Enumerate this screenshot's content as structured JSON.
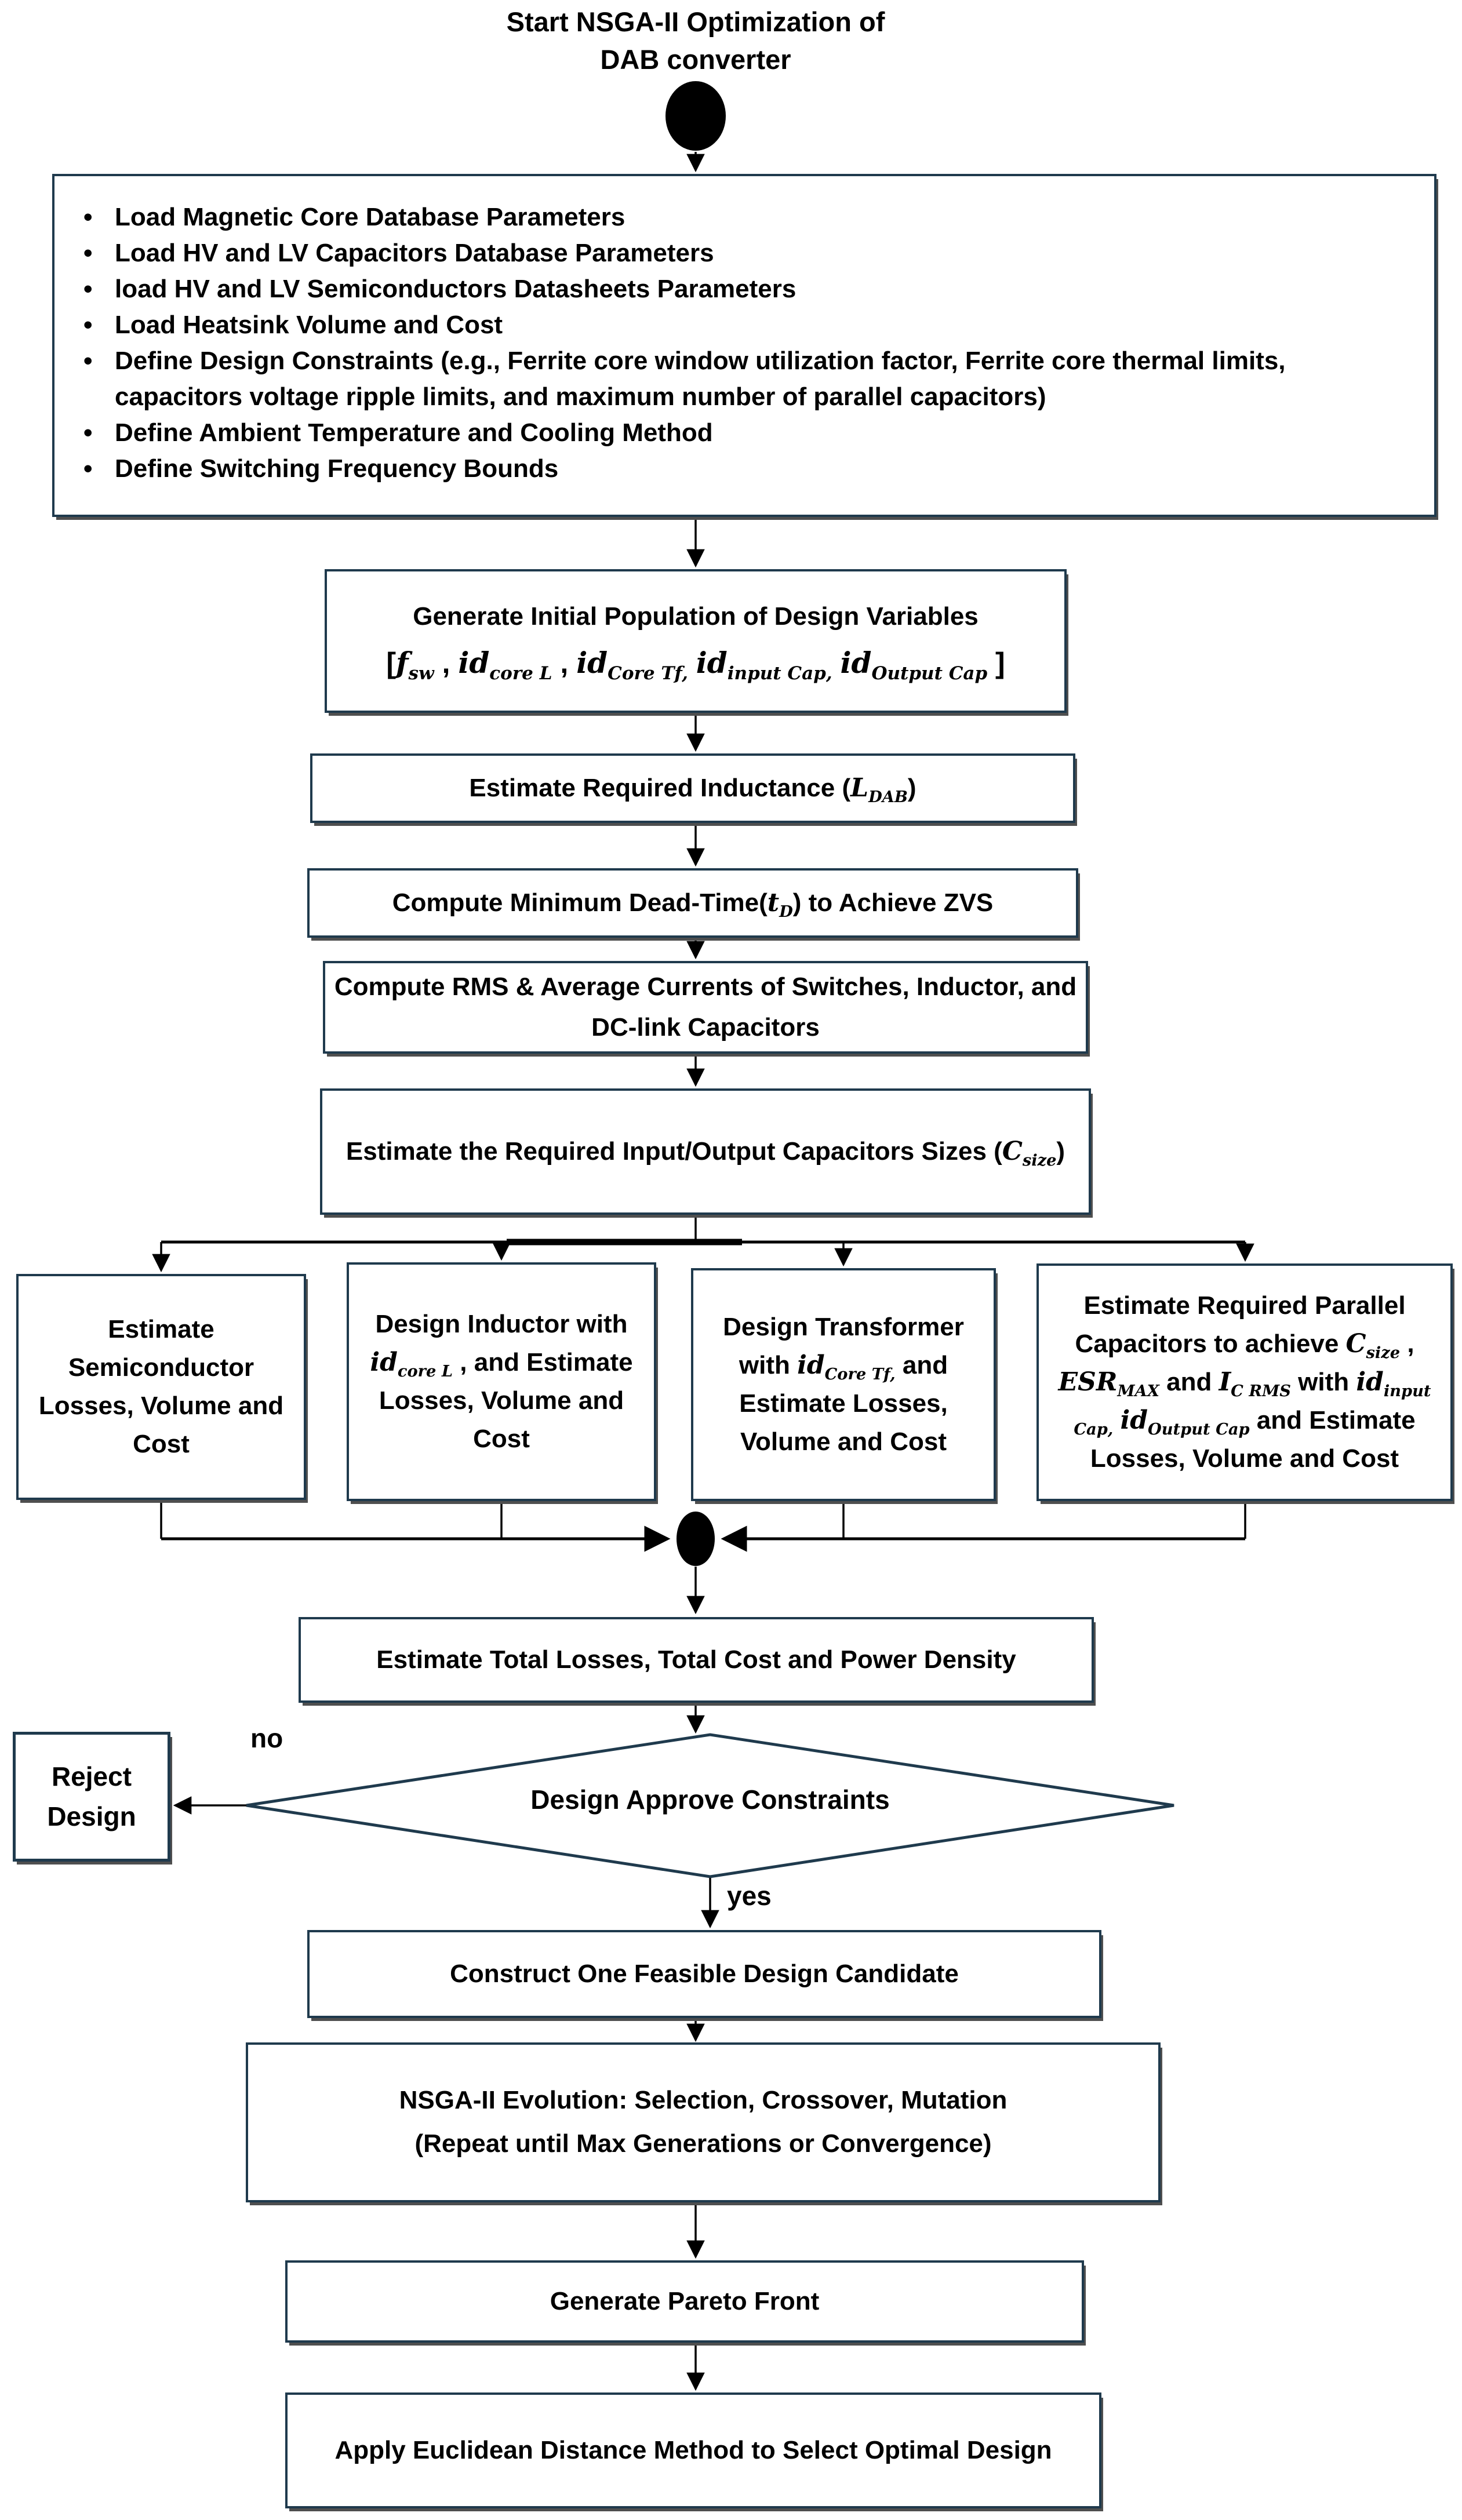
{
  "title": {
    "line1": "Start NSGA-II Optimization of",
    "line2": "DAB converter"
  },
  "load_box": {
    "bullets": [
      "Load Magnetic Core Database Parameters",
      "Load HV and LV Capacitors Database Parameters",
      "load HV and LV Semiconductors Datasheets Parameters",
      "Load Heatsink Volume and Cost",
      "Define Design Constraints (e.g., Ferrite core window utilization factor, Ferrite  core thermal limits, capacitors voltage ripple limits, and maximum number of parallel capacitors)",
      "Define Ambient Temperature and Cooling Method",
      "Define Switching Frequency Bounds"
    ]
  },
  "init_pop": {
    "line1": "Generate Initial Population of Design Variables",
    "line2": "[*f*_{sw} , *id*_{core L} , *id*_{Core Tf,} *id*_{input Cap,} *id*_{Output Cap} ]"
  },
  "inductance": {
    "text": "Estimate Required Inductance (*L*_{DAB})"
  },
  "deadtime": {
    "text": "Compute Minimum Dead-Time(*t*_{D}) to Achieve ZVS"
  },
  "rms": {
    "text": "Compute RMS & Average Currents of Switches, Inductor, and DC-link Capacitors"
  },
  "capsize": {
    "text": "Estimate the Required Input/Output Capacitors Sizes (*C*_{size})"
  },
  "branches": [
    {
      "text": "Estimate Semiconductor Losses, Volume and Cost"
    },
    {
      "text": "Design Inductor with *id*_{core L} , and Estimate Losses, Volume and Cost"
    },
    {
      "text": "Design Transformer with *id*_{Core Tf,} and Estimate Losses, Volume and Cost"
    },
    {
      "text": "Estimate Required Parallel Capacitors to achieve *C*_{size} , *ESR*_{MAX} and *I*_{C RMS} with *id*_{input Cap,} *id*_{Output Cap} and Estimate Losses, Volume and Cost"
    }
  ],
  "total": {
    "text": "Estimate Total Losses, Total Cost and Power Density"
  },
  "decision": {
    "text": "Design Approve Constraints",
    "no_label": "no",
    "yes_label": "yes"
  },
  "reject": {
    "line1": "Reject",
    "line2": "Design"
  },
  "construct": {
    "text": "Construct One Feasible Design Candidate"
  },
  "nsga": {
    "line1": "NSGA-II Evolution: Selection, Crossover, Mutation",
    "line2": "(Repeat until Max Generations or Convergence)"
  },
  "pareto": {
    "text": "Generate Pareto Front"
  },
  "euclidean": {
    "text": "Apply Euclidean Distance Method to Select Optimal Design"
  },
  "colors": {
    "box_border": "#1f3a4d",
    "line": "#000000",
    "shadow": "#4f4f4f"
  }
}
